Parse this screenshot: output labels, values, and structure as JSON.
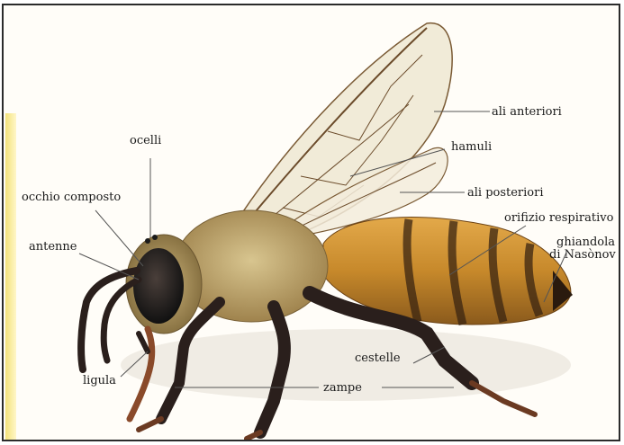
{
  "labels": {
    "ocelli": "ocelli",
    "occhio_composto": "occhio composto",
    "antenne": "antenne",
    "ligula": "ligula",
    "ali_anteriori": "ali anteriori",
    "hamuli": "hamuli",
    "ali_posteriori": "ali posteriori",
    "orifizio_respirativo": "orifizio respirativo",
    "ghiandola_line1": "ghiandola",
    "ghiandola_line2": "di Nasònov",
    "cestelle": "cestelle",
    "zampe": "zampe"
  },
  "colors": {
    "abdomen": "#c7892b",
    "abdomen_band": "#3a2412",
    "thorax": "#b89a5e",
    "head": "#1f1a17",
    "legs": "#2a1f1c",
    "wing": "#eee6d3",
    "wing_vein": "#6b4b2a",
    "leader_line": "#555555"
  }
}
